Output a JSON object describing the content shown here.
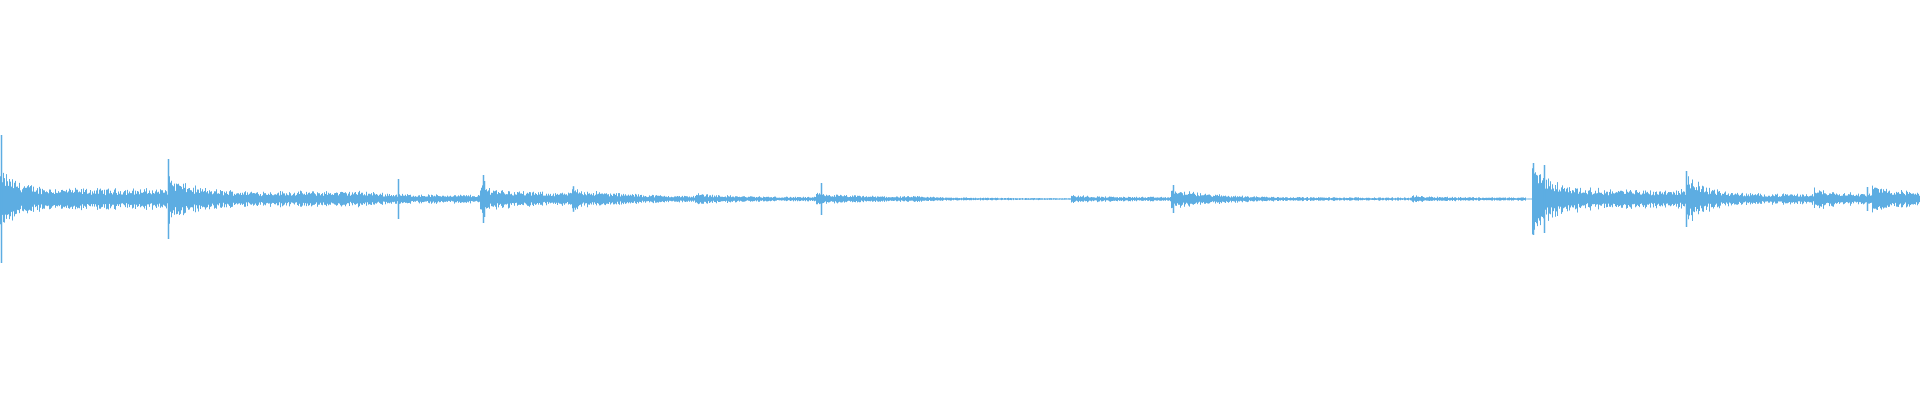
{
  "waveform": {
    "color": "#5DADE2",
    "background": "#FFFFFF",
    "segments": [
      {
        "start": 0.0,
        "end": 0.088,
        "attack": 0.06,
        "sustain": 0.02,
        "decay": 18
      },
      {
        "start": 0.088,
        "end": 0.19,
        "attack": 0.045,
        "sustain": 0.015,
        "decay": 22
      },
      {
        "start": 0.19,
        "end": 0.25,
        "attack": 0.015,
        "sustain": 0.008,
        "decay": 30
      },
      {
        "start": 0.25,
        "end": 0.298,
        "attack": 0.028,
        "sustain": 0.012,
        "decay": 26
      },
      {
        "start": 0.298,
        "end": 0.33,
        "attack": 0.022,
        "sustain": 0.008,
        "decay": 32
      },
      {
        "start": 0.33,
        "end": 0.362,
        "attack": 0.01,
        "sustain": 0.005,
        "decay": 40
      },
      {
        "start": 0.362,
        "end": 0.425,
        "attack": 0.012,
        "sustain": 0.004,
        "decay": 35
      },
      {
        "start": 0.425,
        "end": 0.475,
        "attack": 0.012,
        "sustain": 0.005,
        "decay": 30
      },
      {
        "start": 0.475,
        "end": 0.558,
        "attack": 0.006,
        "sustain": 0.002,
        "decay": 40
      },
      {
        "start": 0.558,
        "end": 0.61,
        "attack": 0.008,
        "sustain": 0.004,
        "decay": 30
      },
      {
        "start": 0.61,
        "end": 0.735,
        "attack": 0.02,
        "sustain": 0.003,
        "decay": 45
      },
      {
        "start": 0.735,
        "end": 0.795,
        "attack": 0.007,
        "sustain": 0.003,
        "decay": 35
      },
      {
        "start": 0.795,
        "end": 0.798,
        "attack": 0.001,
        "sustain": 0.001,
        "decay": 60
      },
      {
        "start": 0.798,
        "end": 0.878,
        "attack": 0.07,
        "sustain": 0.018,
        "decay": 20
      },
      {
        "start": 0.878,
        "end": 0.945,
        "attack": 0.055,
        "sustain": 0.01,
        "decay": 18
      },
      {
        "start": 0.945,
        "end": 0.975,
        "attack": 0.022,
        "sustain": 0.01,
        "decay": 25
      },
      {
        "start": 0.975,
        "end": 1.0,
        "attack": 0.028,
        "sustain": 0.012,
        "decay": 25
      }
    ],
    "spikes": [
      {
        "pos": 0.0005,
        "amp": 0.16
      },
      {
        "pos": 0.0876,
        "amp": 0.1
      },
      {
        "pos": 0.2075,
        "amp": 0.05
      },
      {
        "pos": 0.2515,
        "amp": 0.06
      },
      {
        "pos": 0.252,
        "amp": 0.045
      },
      {
        "pos": 0.2985,
        "amp": 0.032
      },
      {
        "pos": 0.4275,
        "amp": 0.04
      },
      {
        "pos": 0.611,
        "amp": 0.035
      },
      {
        "pos": 0.7985,
        "amp": 0.09
      },
      {
        "pos": 0.804,
        "amp": 0.085
      },
      {
        "pos": 0.878,
        "amp": 0.07
      },
      {
        "pos": 0.9725,
        "amp": 0.03
      }
    ]
  }
}
